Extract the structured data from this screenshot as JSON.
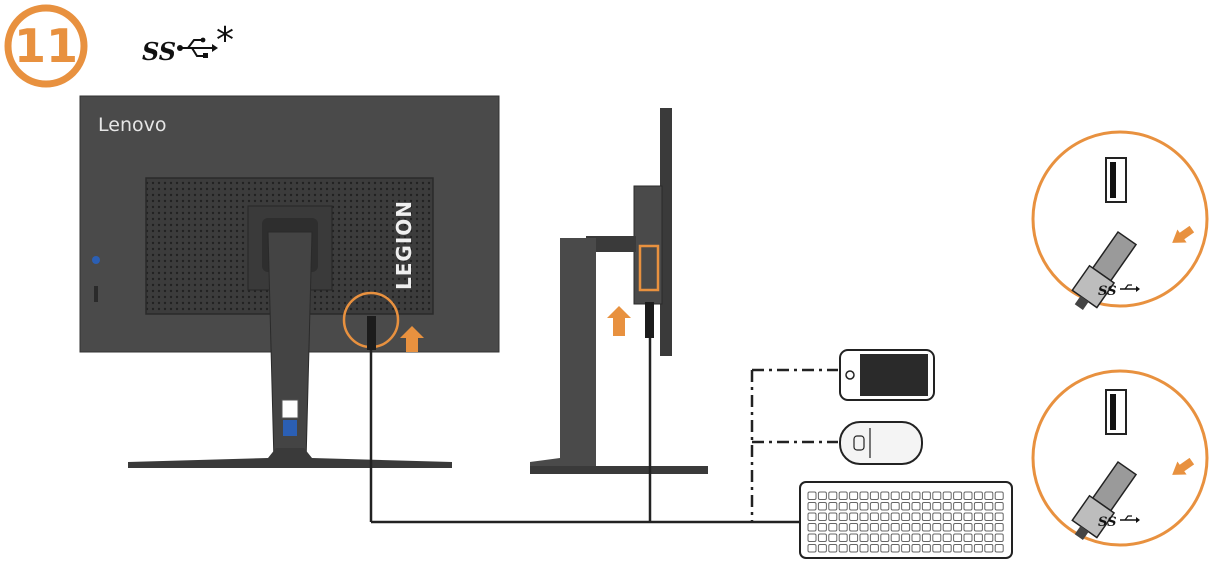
{
  "step": {
    "number": "11",
    "accent_color": "#e8913f"
  },
  "header": {
    "usb_logo_text": "SS",
    "footnote_mark": "*",
    "usb_icon": "usb-superspeed-icon"
  },
  "monitor_back": {
    "brand": "Lenovo",
    "series": "LEGION"
  },
  "detail_top": {
    "usb_logo_text": "SS",
    "icon": "usb-superspeed-icon"
  },
  "detail_bottom": {
    "usb_logo_text": "SS",
    "icon": "usb-superspeed-icon"
  },
  "devices": {
    "phone_icon": "smartphone-icon",
    "mouse_icon": "mouse-icon",
    "keyboard_icon": "keyboard-icon"
  },
  "colors": {
    "accent": "#e8913f",
    "monitor": "#4a4a4a",
    "monitor_dark": "#2f2f2f",
    "line": "#222222",
    "led": "#2b5fb4"
  }
}
